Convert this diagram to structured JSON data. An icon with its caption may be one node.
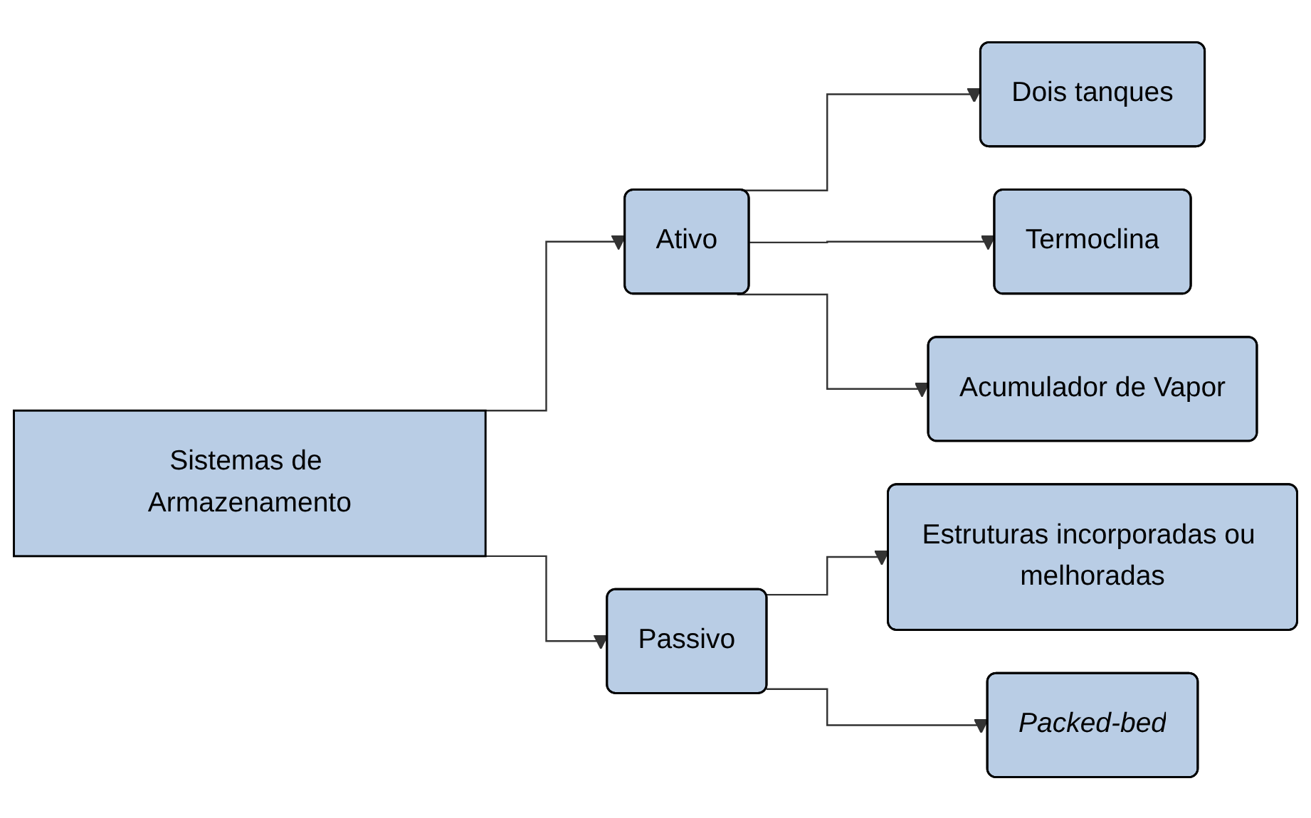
{
  "diagram": {
    "nodes": [
      {
        "text": [
          "Sistemas de Armazenamento"
        ]
      },
      {
        "text": [
          "Ativo"
        ]
      },
      {
        "text": [
          "Passivo"
        ]
      },
      {
        "text": [
          "Dois tanques"
        ]
      },
      {
        "text": [
          "Termoclina"
        ]
      },
      {
        "text": [
          "Acumulador de Vapor"
        ]
      },
      {
        "text": [
          "Estruturas incorporadas ou melhoradas"
        ]
      },
      {
        "text": [
          "Packed-bed"
        ]
      }
    ],
    "edges": [
      {
        "from": 0,
        "to": 1,
        "arrow": "to"
      },
      {
        "from": 0,
        "to": 2,
        "arrow": "to"
      },
      {
        "from": 1,
        "to": 3,
        "arrow": "to"
      },
      {
        "from": 1,
        "to": 4,
        "arrow": "to"
      },
      {
        "from": 1,
        "to": 5,
        "arrow": "to"
      },
      {
        "from": 2,
        "to": 6,
        "arrow": "to"
      },
      {
        "from": 2,
        "to": 7,
        "arrow": "to"
      }
    ]
  }
}
